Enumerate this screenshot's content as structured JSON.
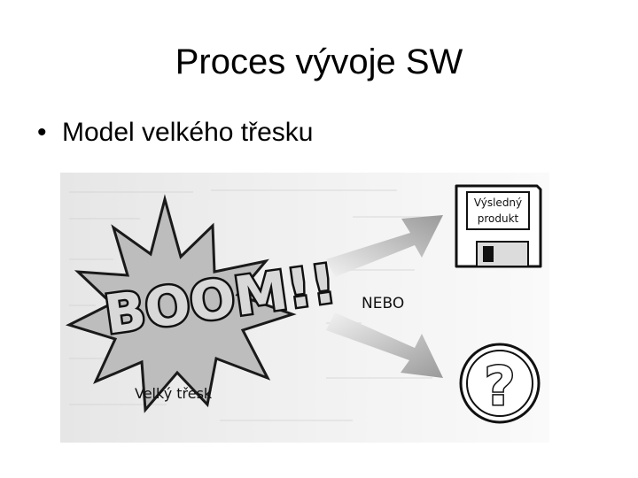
{
  "slide": {
    "title": "Proces vývoje SW",
    "bullets": [
      {
        "symbol": "•",
        "text": "Model velkého třesku"
      }
    ]
  },
  "figure": {
    "explosion_text": "BOOM!!",
    "explosion_caption": "Velký třesk",
    "or_label": "NEBO",
    "disk_label_line1": "Výsledný",
    "disk_label_line2": "produkt",
    "question_symbol": "?",
    "icons": [
      "explosion-burst-icon",
      "arrow-right-up-icon",
      "arrow-right-down-icon",
      "floppy-disk-icon",
      "question-mark-icon"
    ]
  }
}
